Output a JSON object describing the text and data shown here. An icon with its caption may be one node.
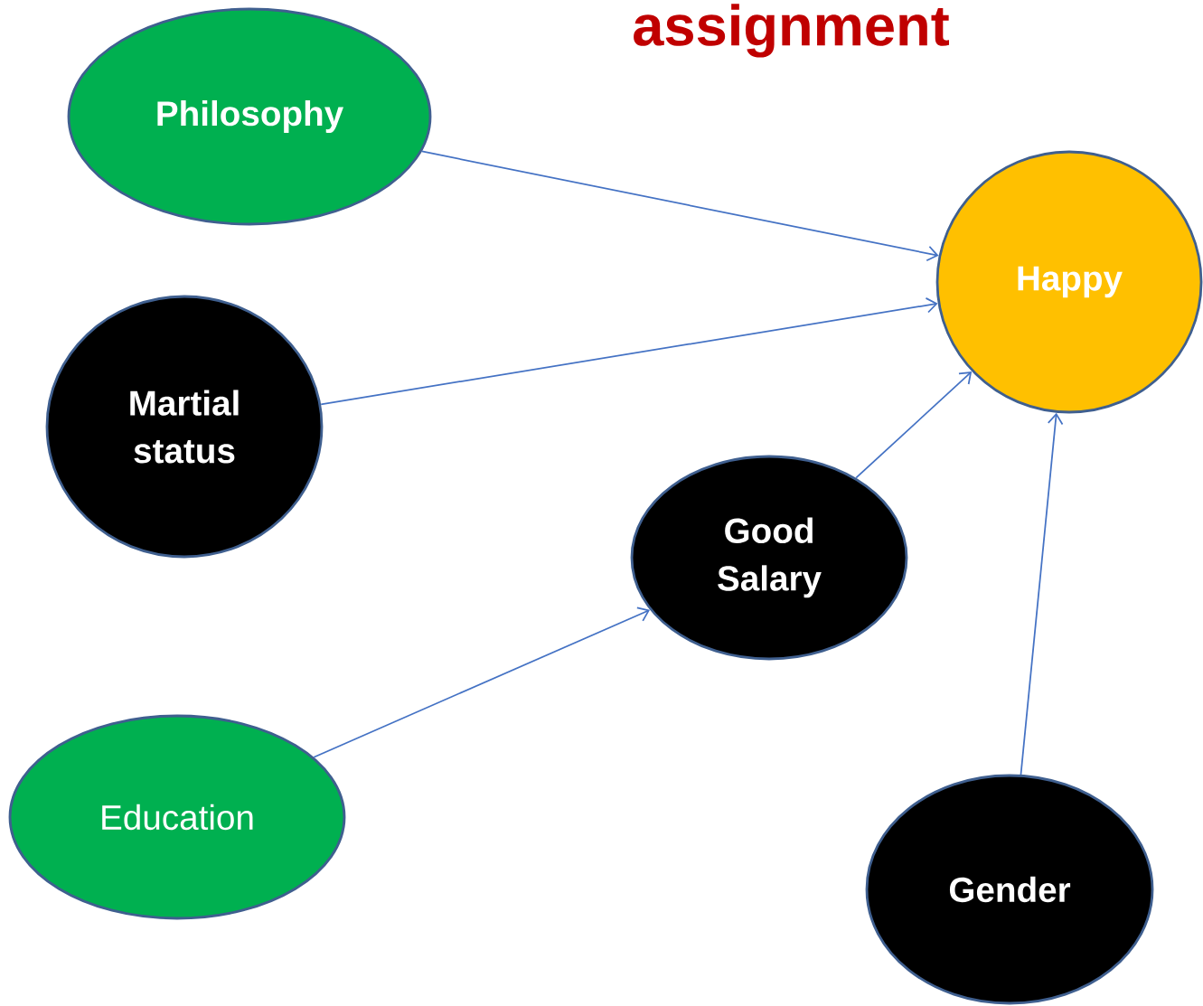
{
  "diagram": {
    "title": "assignment",
    "nodes": [
      {
        "text": [
          "Philosophy"
        ]
      },
      {
        "text": [
          "Martial status"
        ]
      },
      {
        "text": [
          "Happy"
        ]
      },
      {
        "text": [
          "Good Salary"
        ]
      },
      {
        "text": [
          "Education"
        ]
      },
      {
        "text": [
          "Gender"
        ]
      }
    ],
    "edges": [
      {
        "from": 0,
        "to": 2,
        "arrow": "to"
      },
      {
        "from": 1,
        "to": 2,
        "arrow": "to"
      },
      {
        "from": 4,
        "to": 3,
        "arrow": "to"
      },
      {
        "from": 3,
        "to": 2,
        "arrow": "to"
      },
      {
        "from": 5,
        "to": 2,
        "arrow": "to"
      }
    ]
  }
}
